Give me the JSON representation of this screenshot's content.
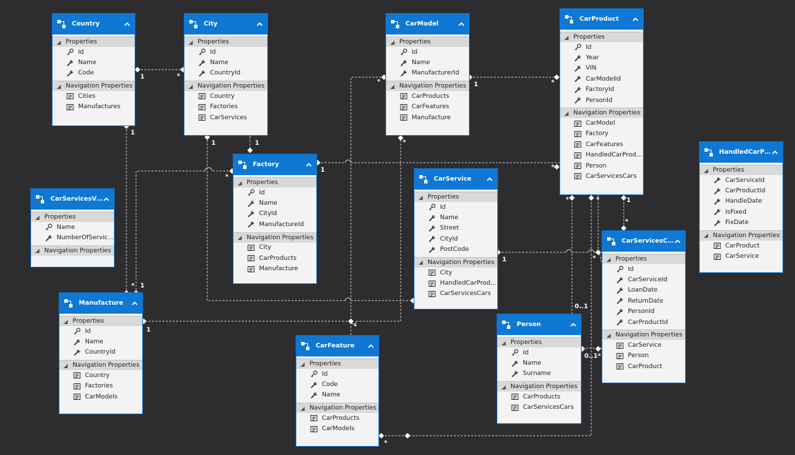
{
  "entities": {
    "country": {
      "title": "Country",
      "properties_header": "Properties",
      "properties": [
        "Id",
        "Name",
        "Code"
      ],
      "navigation_header": "Navigation Properties",
      "navigation": [
        "Cities",
        "Manufactures"
      ]
    },
    "city": {
      "title": "City",
      "properties_header": "Properties",
      "properties": [
        "Id",
        "Name",
        "CountryId"
      ],
      "navigation_header": "Navigation Properties",
      "navigation": [
        "Country",
        "Factories",
        "CarServices"
      ]
    },
    "carmodel": {
      "title": "CarModel",
      "properties_header": "Properties",
      "properties": [
        "Id",
        "Name",
        "ManufacturerId"
      ],
      "navigation_header": "Navigation Properties",
      "navigation": [
        "CarProducts",
        "CarFeatures",
        "Manufacture"
      ]
    },
    "carproduct": {
      "title": "CarProduct",
      "properties_header": "Properties",
      "properties": [
        "Id",
        "Year",
        "VIN",
        "CarModelId",
        "FactoryId",
        "PersonId"
      ],
      "navigation_header": "Navigation Properties",
      "navigation": [
        "CarModel",
        "Factory",
        "CarFeatures",
        "HandledCarProd...",
        "Person",
        "CarServicesCars"
      ]
    },
    "handledcarproduct": {
      "title": "HandledCarPr...",
      "properties_header": "Properties",
      "properties": [
        "CarServiceId",
        "CarProductId",
        "HandleDate",
        "IsFixed",
        "FixDate"
      ],
      "navigation_header": "Navigation Properties",
      "navigation": [
        "CarProduct",
        "CarService"
      ]
    },
    "carservicesview": {
      "title": "CarServicesView",
      "properties_header": "Properties",
      "properties": [
        "Name",
        "NumberOfServic..."
      ],
      "navigation_header": "Navigation Properties",
      "navigation": []
    },
    "factory": {
      "title": "Factory",
      "properties_header": "Properties",
      "properties": [
        "Id",
        "Name",
        "CityId",
        "ManufactureId"
      ],
      "navigation_header": "Navigation Properties",
      "navigation": [
        "City",
        "CarProducts",
        "Manufacture"
      ]
    },
    "carservice": {
      "title": "CarService",
      "properties_header": "Properties",
      "properties": [
        "Id",
        "Name",
        "Street",
        "CityId",
        "PostCode"
      ],
      "navigation_header": "Navigation Properties",
      "navigation": [
        "City",
        "HandledCarProd...",
        "CarServicesCars"
      ]
    },
    "carservicescar": {
      "title": "CarServicesCar",
      "properties_header": "Properties",
      "properties": [
        "Id",
        "CarServiceId",
        "LoanDate",
        "ReturnDate",
        "PersonId",
        "CarProductId"
      ],
      "navigation_header": "Navigation Properties",
      "navigation": [
        "CarService",
        "Person",
        "CarProduct"
      ]
    },
    "manufacture": {
      "title": "Manufacture",
      "properties_header": "Properties",
      "properties": [
        "Id",
        "Name",
        "CountryId"
      ],
      "navigation_header": "Navigation Properties",
      "navigation": [
        "Country",
        "Factories",
        "CarModels"
      ]
    },
    "person": {
      "title": "Person",
      "properties_header": "Properties",
      "properties": [
        "Id",
        "Name",
        "Surname"
      ],
      "navigation_header": "Navigation Properties",
      "navigation": [
        "CarProducts",
        "CarServicesCars"
      ]
    },
    "carfeature": {
      "title": "CarFeature",
      "properties_header": "Properties",
      "properties": [
        "Id",
        "Code",
        "Name"
      ],
      "navigation_header": "Navigation Properties",
      "navigation": [
        "CarProducts",
        "CarModels"
      ]
    }
  },
  "multiplicity": {
    "one": "1",
    "many": "*",
    "zero_one": "0..1",
    "zero_one_star": "0..1*"
  },
  "colors": {
    "canvas": "#2d2d30",
    "header": "#0f78d4",
    "connector": "#c8c8c8"
  }
}
